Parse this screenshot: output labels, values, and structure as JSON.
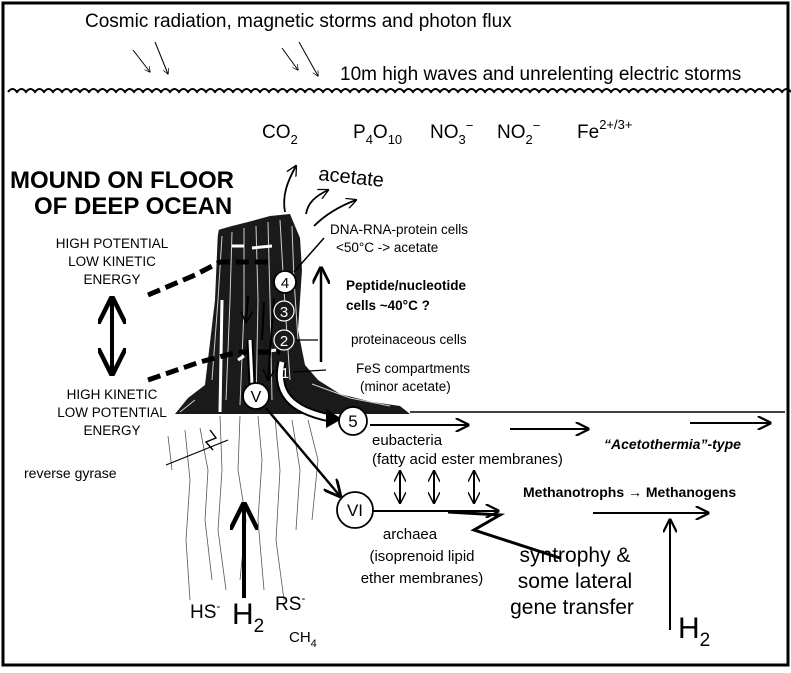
{
  "surface": {
    "radiation": "Cosmic radiation, magnetic storms and photon flux",
    "waves": "10m high waves and unrelenting electric storms"
  },
  "ocean_species": [
    {
      "base": "CO",
      "sub": "2",
      "sup": ""
    },
    {
      "base": "P",
      "sub": "4",
      "mid": "O",
      "sub2": "10",
      "sup": ""
    },
    {
      "base": "NO",
      "sub": "3",
      "sup": "−"
    },
    {
      "base": "NO",
      "sub": "2",
      "sup": "−"
    },
    {
      "base": "Fe",
      "sub": "",
      "sup": "2+/3+"
    }
  ],
  "mound_title": [
    "MOUND ON FLOOR",
    "OF DEEP OCEAN"
  ],
  "acetate": "acetate",
  "high_potential": [
    "HIGH POTENTIAL",
    "LOW KINETIC",
    "ENERGY"
  ],
  "high_kinetic": [
    "HIGH KINETIC",
    "LOW POTENTIAL",
    "ENERGY"
  ],
  "stages": {
    "s1": "1",
    "s2": "2",
    "s3": "3",
    "s4": "4",
    "s5": "5",
    "sV": "V",
    "sVI": "VI"
  },
  "stage_labels": {
    "dna_rna": [
      "DNA-RNA-protein cells",
      "<50°C -> acetate"
    ],
    "peptide": [
      "Peptide/nucleotide",
      "cells ~40°C ?"
    ],
    "proteinaceous": "proteinaceous cells",
    "fes": [
      "FeS compartments",
      "(minor acetate)"
    ]
  },
  "eubacteria": [
    "eubacteria",
    "(fatty acid ester membranes)"
  ],
  "acetothermia": "“Acetothermia”-type",
  "methano": "Methanotrophs → Methanogens",
  "archaea": [
    "archaea",
    "(isoprenoid lipid",
    "ether membranes)"
  ],
  "syntrophy": [
    "syntrophy &",
    "some lateral",
    "gene transfer"
  ],
  "reverse_gyrase": "reverse gyrase",
  "fluids": {
    "hs": "HS",
    "hs_sup": "-",
    "h2": "H",
    "h2_sub": "2",
    "rs": "RS",
    "rs_sup": "-",
    "ch4": "CH",
    "ch4_sub": "4"
  },
  "h2_right": {
    "base": "H",
    "sub": "2"
  }
}
